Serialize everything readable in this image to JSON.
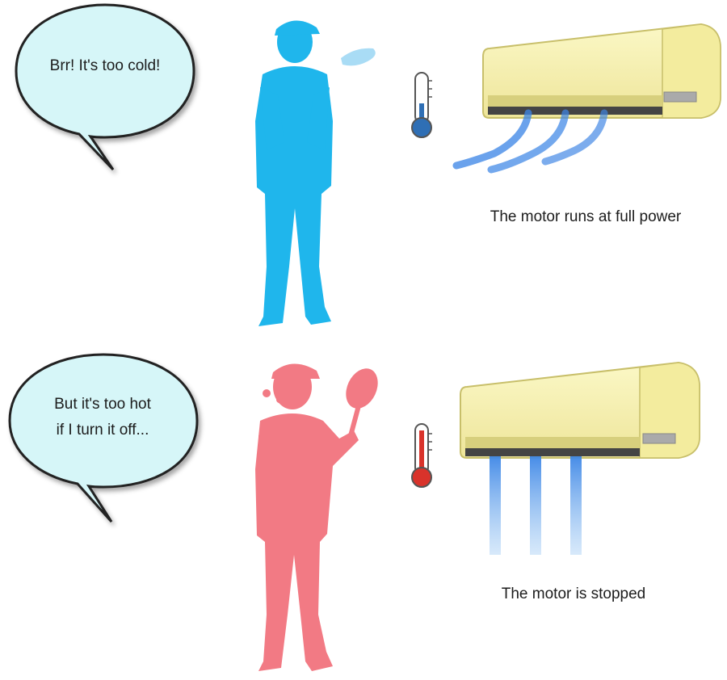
{
  "scenes": [
    {
      "speech": [
        "Brr! It's too cold!"
      ],
      "caption": "The motor runs at full power",
      "person_color": "#1fb6ec",
      "thermometer_color": "#2f6fb5",
      "airflow": "full-power"
    },
    {
      "speech": [
        "But it's too hot",
        "if I turn it off..."
      ],
      "caption": "The motor is stopped",
      "person_color": "#f27a84",
      "thermometer_color": "#d9332b",
      "airflow": "stopped"
    }
  ],
  "colors": {
    "bubble_fill": "#d6f6f8",
    "ac_unit": "#f7f2ac",
    "airflow": "#3d86e6"
  }
}
